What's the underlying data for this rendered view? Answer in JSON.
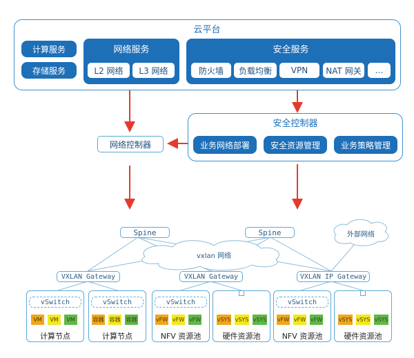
{
  "cloud_platform": {
    "title": "云平台",
    "compute": "计算服务",
    "storage": "存储服务",
    "network": {
      "title": "网络服务",
      "items": [
        "L2 网络",
        "L3 网络"
      ]
    },
    "security": {
      "title": "安全服务",
      "items": [
        "防火墙",
        "负载均衡",
        "VPN",
        "NAT 网关",
        "…"
      ]
    }
  },
  "network_controller": "网络控制器",
  "security_controller": {
    "title": "安全控制器",
    "items": [
      "业务网络部署",
      "安全资源管理",
      "业务策略管理"
    ]
  },
  "topology": {
    "spine_left": "Spine",
    "spine_right": "Spine",
    "external": "外部网络",
    "overlay": "vxlan 网络",
    "gw1": "VXLAN Gateway",
    "gw2": "VXLAN Gateway",
    "gw3": "VXLAN IP Gateway",
    "vswitch": "vSwitch",
    "vm": "VM",
    "container": "容器",
    "vfw": "vFW",
    "vsys": "vSYS",
    "compute_node": "计算节点",
    "nfv_pool": "NFV 资源池",
    "hw_pool": "硬件资源池"
  },
  "colors": {
    "blue": "#1d6fb8",
    "orange": "#f0a61e",
    "yellow": "#f3e81d",
    "green": "#5bb84a",
    "red": "#e53a2b"
  }
}
